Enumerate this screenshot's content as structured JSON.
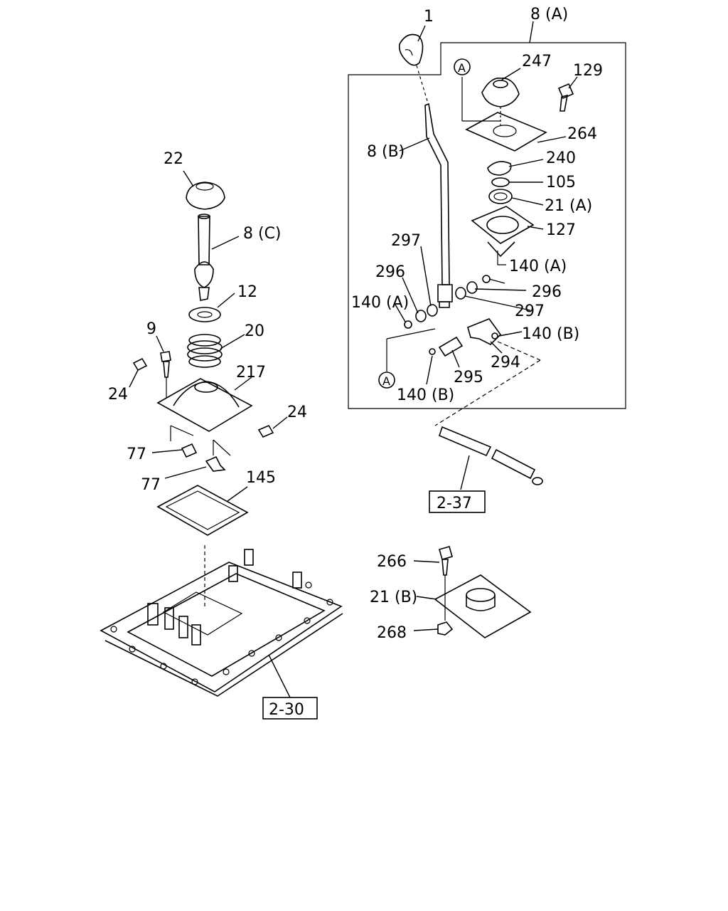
{
  "labels": {
    "l1": "1",
    "l8a": "8 (A)",
    "l247": "247",
    "l129": "129",
    "l264": "264",
    "l8b": "8 (B)",
    "l240": "240",
    "l105": "105",
    "l21a": "21 (A)",
    "l127": "127",
    "l297a": "297",
    "l296a": "296",
    "l140a1": "140 (A)",
    "l140a2": "140 (A)",
    "l296b": "296",
    "l297b": "297",
    "l140b1": "140 (B)",
    "l294": "294",
    "l295": "295",
    "l140b2": "140 (B)",
    "l22": "22",
    "l8c": "8 (C)",
    "l12": "12",
    "l9": "9",
    "l20": "20",
    "l217": "217",
    "l24a": "24",
    "l24b": "24",
    "l77a": "77",
    "l77b": "77",
    "l145": "145",
    "l266": "266",
    "l21b": "21 (B)",
    "l268": "268"
  },
  "circle_refs": {
    "top": "A",
    "bottom": "A"
  },
  "ref_boxes": {
    "r237": "2-37",
    "r230": "2-30"
  }
}
